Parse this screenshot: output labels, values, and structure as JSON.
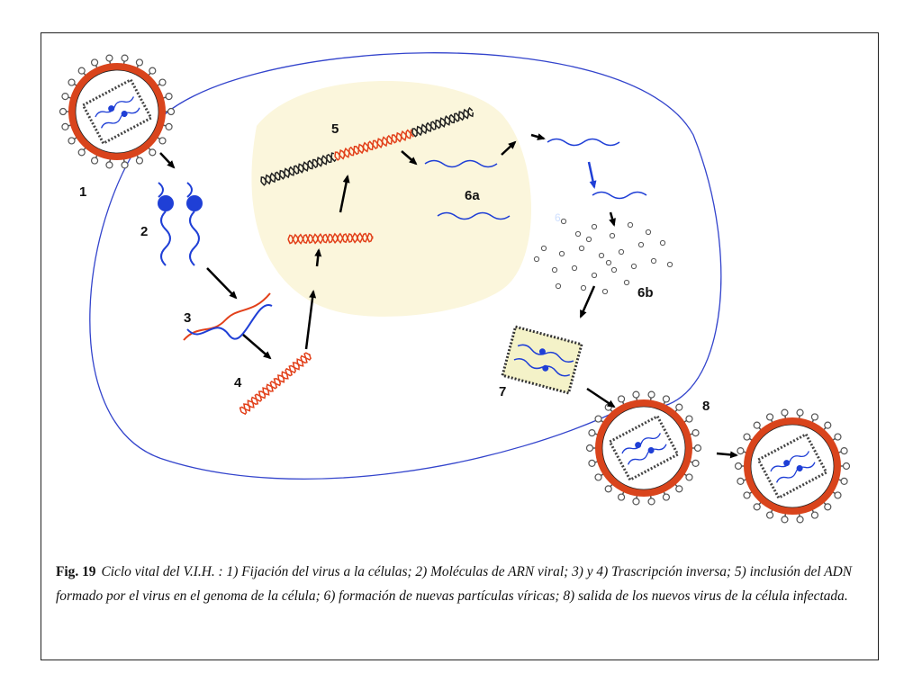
{
  "labels": {
    "step1": "1",
    "step2": "2",
    "step3": "3",
    "step4": "4",
    "step5": "5",
    "step6_faded": "6",
    "step6a": "6a",
    "step6b": "6b",
    "step7": "7",
    "step8": "8"
  },
  "caption": {
    "fig_number": "Fig. 19",
    "text": "Ciclo vital del V.I.H. : 1) Fijación del virus a la células; 2) Moléculas de ARN viral; 3) y 4) Trascripción inversa; 5) inclusión del ADN formado por el virus en el genoma de la célula; 6) formación de nuevas partículas víricas; 8) salida de los nuevos virus de la célula infectada."
  },
  "colors": {
    "cell_outline": "#3344cc",
    "nucleus_fill": "#fbf6dc",
    "virus_envelope": "#d9441c",
    "rna_blue": "#1f3fd6",
    "dna_red": "#e2401a",
    "dna_black": "#222222",
    "capsid_fill": "#f4f2c8"
  }
}
